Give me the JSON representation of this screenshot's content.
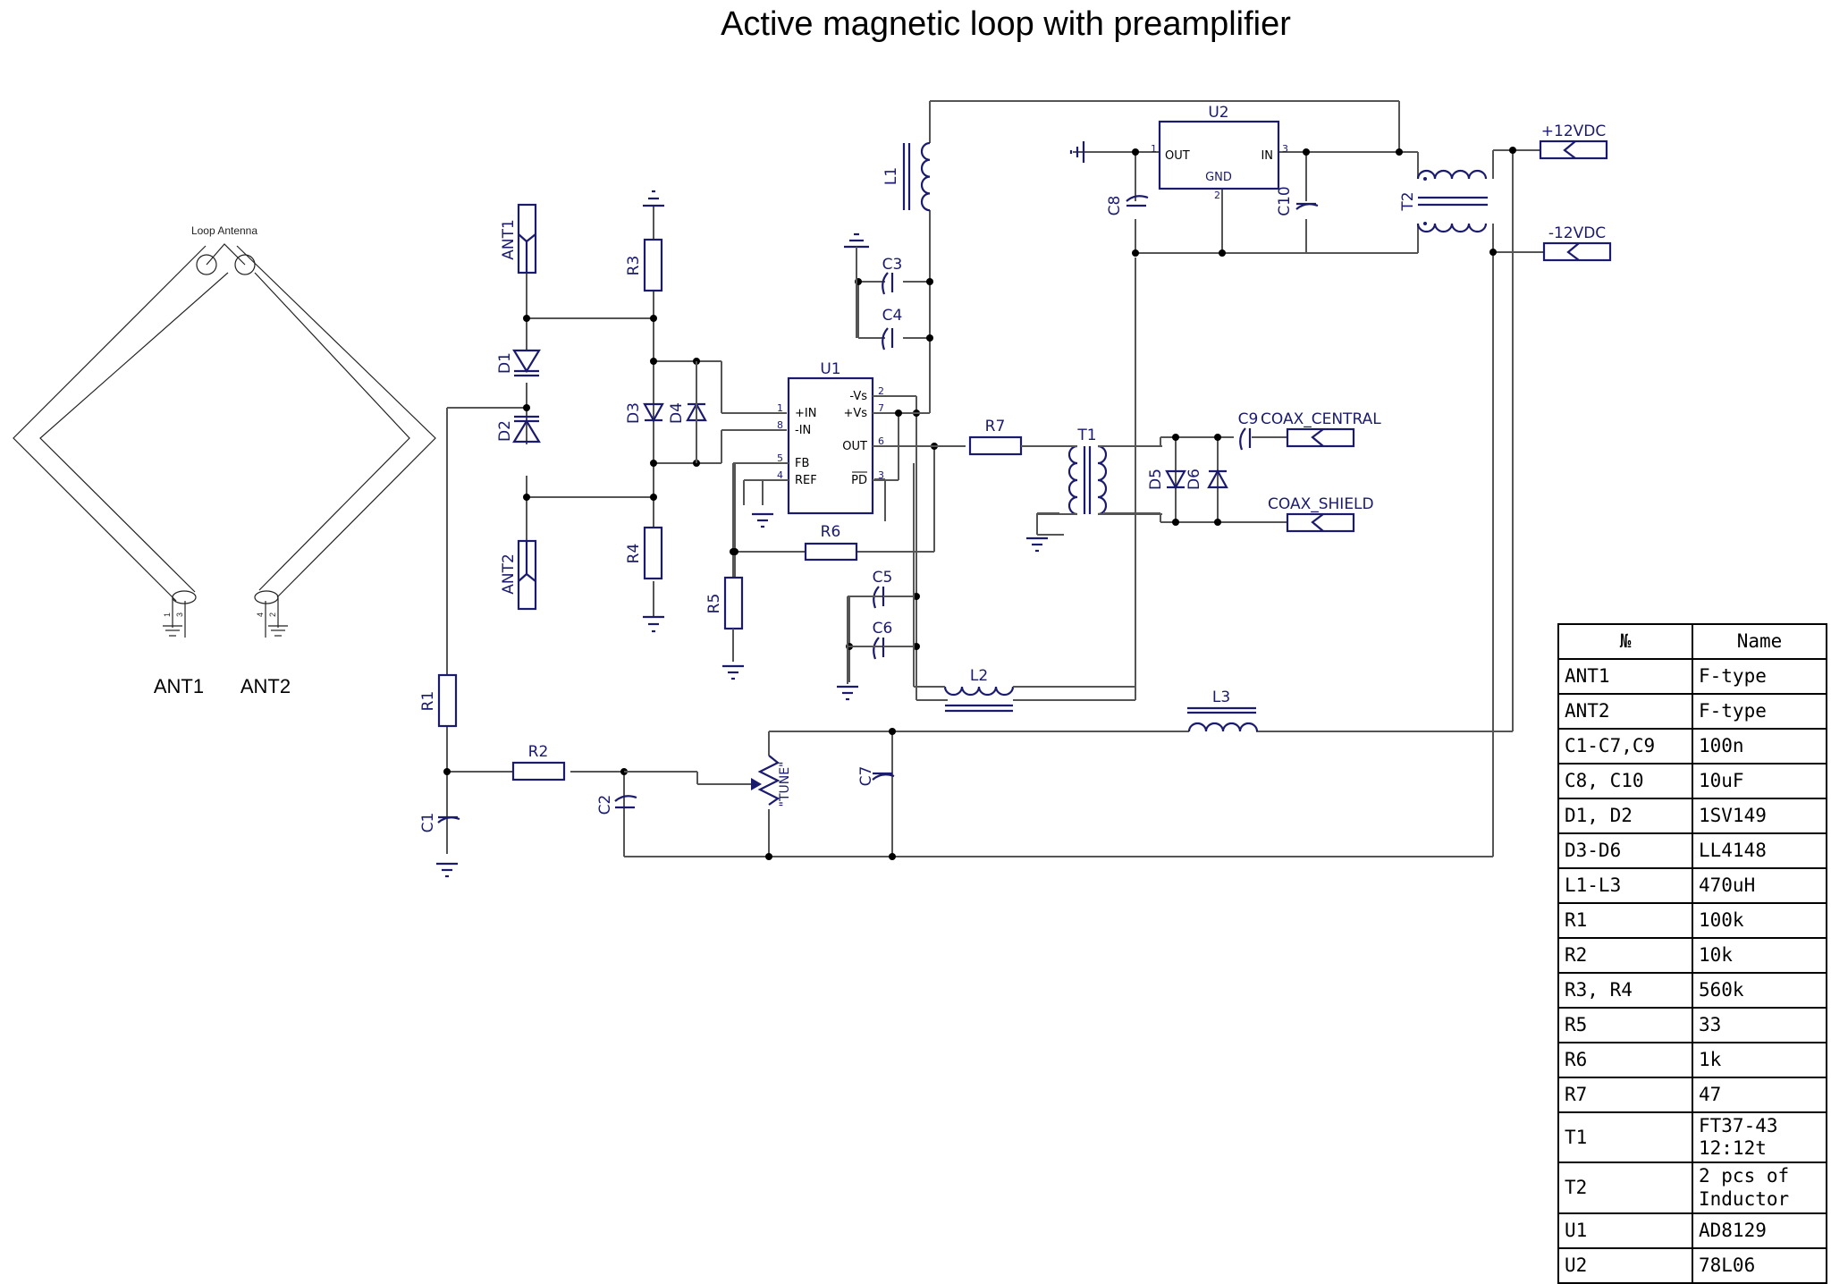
{
  "title": "Active magnetic loop with preamplifier",
  "antenna": {
    "label": "Loop Antenna",
    "connectors": [
      "ANT1",
      "ANT2"
    ],
    "pins": [
      "1",
      "3",
      "4",
      "2"
    ]
  },
  "components": {
    "ANT1": "ANT1",
    "ANT2": "ANT2",
    "R1": "R1",
    "R2": "R2",
    "R3": "R3",
    "R4": "R4",
    "R5": "R5",
    "R6": "R6",
    "R7": "R7",
    "C1": "C1",
    "C2": "C2",
    "C3": "C3",
    "C4": "C4",
    "C5": "C5",
    "C6": "C6",
    "C7": "C7",
    "C8": "C8",
    "C9": "C9",
    "C10": "C10",
    "D1": "D1",
    "D2": "D2",
    "D3": "D3",
    "D4": "D4",
    "D5": "D5",
    "D6": "D6",
    "L1": "L1",
    "L2": "L2",
    "L3": "L3",
    "T1": "T1",
    "T2": "T2",
    "U1": "U1",
    "U2": "U2",
    "tune": "\"TUNE\""
  },
  "u1": {
    "pins_left": [
      {
        "num": "1",
        "name": "+IN"
      },
      {
        "num": "8",
        "name": "-IN"
      },
      {
        "num": "5",
        "name": "FB"
      },
      {
        "num": "4",
        "name": "REF"
      }
    ],
    "pins_right": [
      {
        "num": "2",
        "name": "-Vs"
      },
      {
        "num": "7",
        "name": "+Vs"
      },
      {
        "num": "6",
        "name": "OUT"
      },
      {
        "num": "3",
        "name": "PD"
      }
    ]
  },
  "u2": {
    "out": "OUT",
    "in": "IN",
    "gnd": "GND",
    "pin_out": "1",
    "pin_in": "3",
    "pin_gnd": "2"
  },
  "connectors": {
    "plus12": "+12VDC",
    "minus12": "-12VDC",
    "coax_central": "COAX_CENTRAL",
    "coax_shield": "COAX_SHIELD"
  },
  "bom": {
    "headers": [
      "№",
      "Name"
    ],
    "rows": [
      [
        "ANT1",
        "F-type"
      ],
      [
        "ANT2",
        "F-type"
      ],
      [
        "C1-C7,C9",
        "100n"
      ],
      [
        "C8, C10",
        "10uF"
      ],
      [
        "D1, D2",
        "1SV149"
      ],
      [
        "D3-D6",
        "LL4148"
      ],
      [
        "L1-L3",
        "470uH"
      ],
      [
        "R1",
        "100k"
      ],
      [
        "R2",
        "10k"
      ],
      [
        "R3, R4",
        "560k"
      ],
      [
        "R5",
        "33"
      ],
      [
        "R6",
        "1k"
      ],
      [
        "R7",
        "47"
      ],
      [
        "T1",
        "FT37-43\n12:12t"
      ],
      [
        "T2",
        "2 pcs of\nInductor"
      ],
      [
        "U1",
        "AD8129"
      ],
      [
        "U2",
        "78L06"
      ]
    ]
  }
}
